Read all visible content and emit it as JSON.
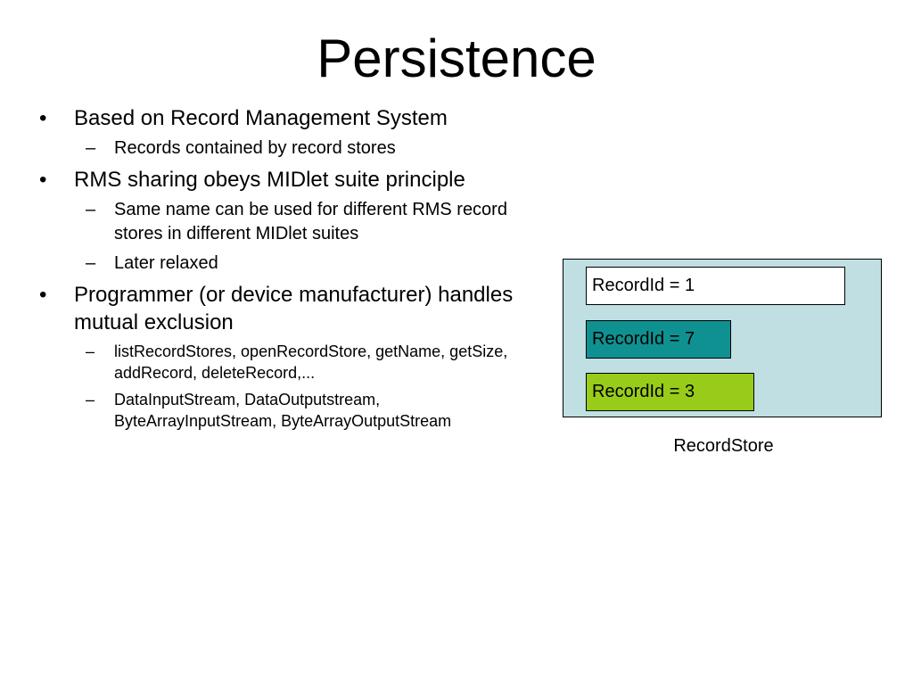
{
  "slide": {
    "title": "Persistence",
    "bullet_marker": "•",
    "sub_marker": "–",
    "bullets": [
      {
        "text": "Based on Record Management System",
        "subs": [
          "Records contained by record stores"
        ]
      },
      {
        "text": "RMS sharing obeys MIDlet suite principle",
        "subs": [
          "Same name can be used for different RMS record stores in different MIDlet suites",
          "Later relaxed"
        ]
      },
      {
        "text": "Programmer (or device manufacturer) handles mutual exclusion",
        "subs": [
          "listRecordStores, openRecordStore, getName, getSize, addRecord, deleteRecord,...",
          "DataInputStream, DataOutputstream, ByteArrayInputStream, ByteArrayOutputStream"
        ]
      }
    ]
  },
  "diagram": {
    "container_label": "RecordStore",
    "container_color": "#bfdfe2",
    "records": [
      {
        "label": "RecordId = 1",
        "color": "#ffffff"
      },
      {
        "label": "RecordId = 7",
        "color": "#0f9191"
      },
      {
        "label": "RecordId = 3",
        "color": "#99cc1a"
      }
    ]
  }
}
